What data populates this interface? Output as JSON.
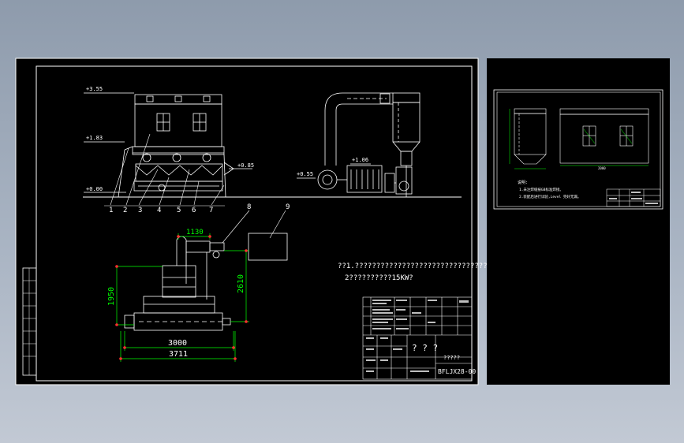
{
  "colors": {
    "background": "#000000",
    "line": "#ffffff",
    "dimension": "#00ff00",
    "accent": "#ff3030"
  },
  "main_sheet": {
    "levels": [
      "+3.55",
      "+1.83",
      "+0.00",
      "+0.85",
      "+0.55",
      "+1.06"
    ],
    "callouts": [
      "1",
      "2",
      "3",
      "4",
      "5",
      "6",
      "7",
      "8",
      "9"
    ],
    "dimensions": {
      "d1130": "1130",
      "d1950": "1950",
      "d2610": "2610",
      "d3000": "3000",
      "d3711": "3711"
    },
    "notes": [
      "??1.????????????????????????????????",
      "2??????????15KW?"
    ],
    "title_block": {
      "chars": "? ? ?",
      "small": "?????",
      "drawing_no": "BFLJX28-00"
    }
  },
  "detail_sheet": {
    "notes_title": "说明:",
    "notes": [
      "1.未注焊缝按GB标准焊接。",
      "2.装配后进行试验,Level 完好无漏。"
    ],
    "dim_bottom": "2000"
  }
}
